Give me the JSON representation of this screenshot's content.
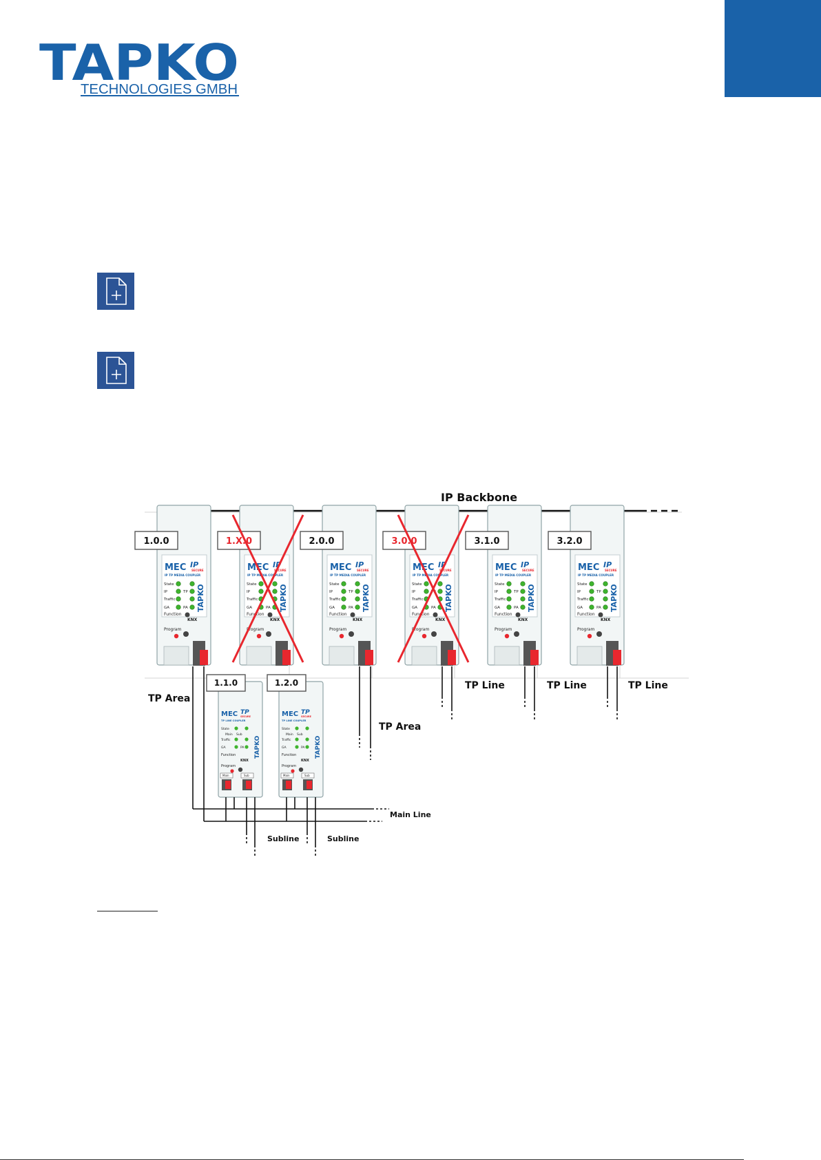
{
  "logo": {
    "brand": "TAPKO",
    "tagline": "TECHNOLOGIES GMBH",
    "color": "#1a62a9"
  },
  "colors": {
    "accent": "#1a62a9",
    "button": "#2c5496",
    "cross": "#e8272e",
    "led": "#3fb42e",
    "terminal_red": "#e8272e"
  },
  "buttons": [
    {
      "icon": "document-add-icon"
    },
    {
      "icon": "document-add-icon"
    }
  ],
  "diagram": {
    "backbone_label": "IP Backbone",
    "device_face": {
      "brand": "MEC",
      "ip_mark": "IP",
      "secure": "SECURE",
      "subtitle": "IP TP MEDIA COUPLER",
      "state": "State",
      "ip": "IP",
      "tp": "TP",
      "traffic": "Traffic",
      "ga": "GA",
      "pa": "PA",
      "function": "Function",
      "knx": "KNX",
      "program": "Program",
      "vertical_logo": "TAPKO"
    },
    "line_coupler_face": {
      "brand": "MEC",
      "tp_mark": "TP",
      "secure": "SECURE",
      "subtitle": "TP LINE COUPLER",
      "state": "State",
      "main": "Main",
      "sub": "Sub",
      "traffic": "Traffic",
      "ga": "GA",
      "pa": "PA",
      "function": "Function",
      "knx": "KNX",
      "program": "Program",
      "main_tag": "Main",
      "sub_tag": "Sub",
      "vertical_logo": "TAPKO"
    },
    "ip_devices": [
      {
        "address": "1.0.0",
        "crossed": false
      },
      {
        "address": "1.X.0",
        "crossed": true
      },
      {
        "address": "2.0.0",
        "crossed": false
      },
      {
        "address": "3.0.0",
        "crossed": true
      },
      {
        "address": "3.1.0",
        "crossed": false
      },
      {
        "address": "3.2.0",
        "crossed": false
      }
    ],
    "line_couplers": [
      {
        "address": "1.1.0"
      },
      {
        "address": "1.2.0"
      }
    ],
    "labels": {
      "tp_area_1": "TP Area",
      "tp_area_2": "TP Area",
      "tp_line_1": "TP Line",
      "tp_line_2": "TP Line",
      "tp_line_3": "TP Line",
      "main_line": "Main Line",
      "subline_1": "Subline",
      "subline_2": "Subline"
    }
  }
}
